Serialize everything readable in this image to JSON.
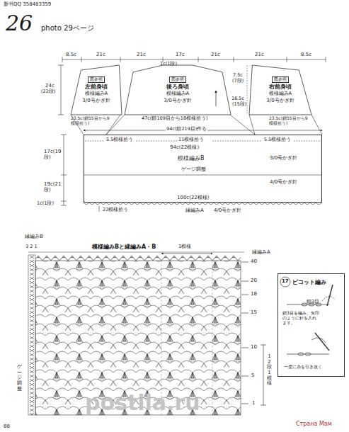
{
  "diagram": {
    "nodes": [
      {
        "text": [
          "図参照",
          "左前身頃",
          "模様編みA",
          "3/0号かぎ針"
        ]
      },
      {
        "text": [
          "図参照",
          "後ろ身頃",
          "模様編みA",
          "3/0号かぎ針"
        ]
      },
      {
        "text": [
          "図参照",
          "右前身頃",
          "模様編みA",
          "3/0号かぎ針"
        ]
      },
      {
        "text": [
          "模様編みB",
          "3/0号かぎ針",
          "ゲージ調整",
          "4/0号かぎ針"
        ]
      },
      {
        "text": [
          "模様編みBと縁編みA・B"
        ]
      },
      {
        "text": [
          "ピコット編み",
          "鎖3目",
          "鎖3目を編み、矢印のように針を入れます。",
          "一度に糸を引き抜く"
        ]
      }
    ],
    "labels": [
      "新书QQ 358483359",
      "26",
      "photo 29ページ",
      "8.5c",
      "21c",
      "21c",
      "17c",
      "21c",
      "21c",
      "8.5c",
      "1c(1段)",
      "7.5c",
      "(7段)",
      "24c",
      "(22段)",
      "16.5c",
      "(15段)",
      "23.5c(鎖55目から9模様拾う)",
      "47c(鎖109目から18模様拾う)",
      "23.5c(鎖55目から9模様拾う)",
      "94c(鎖219目)作る",
      "5.5模様拾う",
      "11模様拾う",
      "5.5模様拾う",
      "94c(22模様)",
      "17c(19段)",
      "19c(21段)",
      "1c(1段)",
      "100c(22模様)",
      "22模様拾う",
      "縁編みA",
      "4/0号かぎ針",
      "縁編みB",
      "3 2 1",
      "1模様",
      "縁編みA",
      "40",
      "20",
      "18",
      "15",
      "10",
      "5",
      "1",
      "12段1模様",
      "ゲージ調整",
      "17",
      "88",
      "Страна Мам",
      "postila.ru"
    ]
  }
}
